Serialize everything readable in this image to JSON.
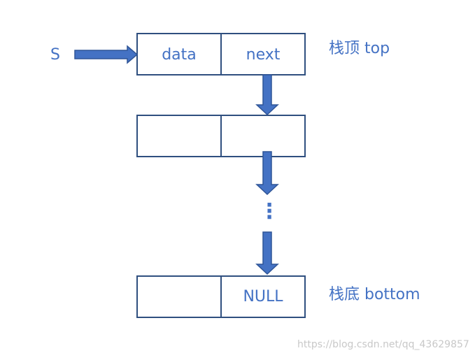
{
  "pointer_label": "S",
  "top_node": {
    "data_label": "data",
    "next_label": "next"
  },
  "bottom_node": {
    "next_label": "NULL"
  },
  "ellipsis": "⋮",
  "top_caption": "栈顶 top",
  "bottom_caption": "栈底 bottom",
  "watermark": "https://blog.csdn.net/qq_43629857",
  "colors": {
    "accent": "#4472c4",
    "box_border": "#2f4f7f",
    "arrow_fill": "#4472c4",
    "arrow_stroke": "#2f5597",
    "watermark": "#c8c8c8"
  }
}
